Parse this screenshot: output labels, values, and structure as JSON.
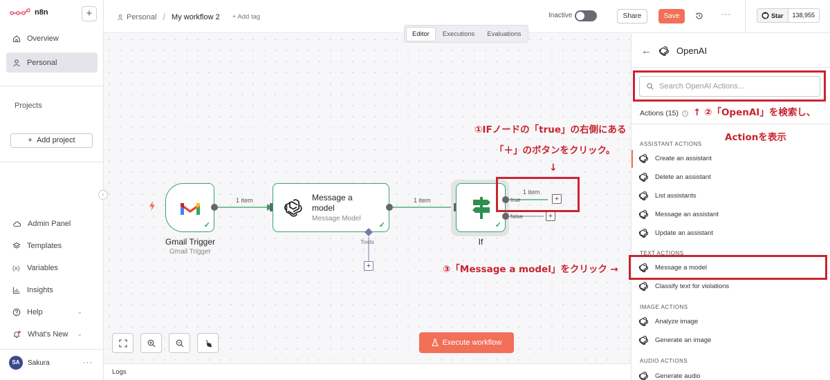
{
  "app": {
    "name": "n8n"
  },
  "sidebar": {
    "overview": "Overview",
    "personal": "Personal",
    "projects": "Projects",
    "add_project": "Add project",
    "admin_panel": "Admin Panel",
    "templates": "Templates",
    "variables": "Variables",
    "insights": "Insights",
    "help": "Help",
    "whats_new": "What's New",
    "user": {
      "initials": "SA",
      "name": "Sakura"
    }
  },
  "topbar": {
    "project": "Personal",
    "separator": "/",
    "workflow_name": "My workflow 2",
    "add_tag": "+ Add tag",
    "status": "Inactive",
    "share": "Share",
    "save": "Save",
    "github_star": "Star",
    "github_count": "138,955"
  },
  "canvas": {
    "tabs": [
      "Editor",
      "Executions",
      "Evaluations"
    ],
    "nodes": {
      "gmail": {
        "title": "Gmail Trigger",
        "subtitle": "Gmail Trigger"
      },
      "message": {
        "title_line1": "Message a",
        "title_line2": "model",
        "subtitle": "Message Model",
        "tools_label": "Tools"
      },
      "if": {
        "title": "If",
        "true_label": "true",
        "false_label": "false"
      }
    },
    "connections": {
      "gmail_to_message": "1 item",
      "message_to_if": "1 item",
      "if_true": "1 item"
    },
    "execute_button": "Execute workflow",
    "logs": "Logs"
  },
  "annotations": {
    "step1_line1": "①IFノードの「true」の右側にある",
    "step1_line2": "「＋」のボタンをクリック。",
    "step1_arrow": "↓",
    "step2_line1": "↑ ②「OpenAI」を検索し、",
    "step2_line2": "Actionを表示",
    "step3": "③「Message a model」をクリック →",
    "color": "#c9242f"
  },
  "panel": {
    "title": "OpenAI",
    "search_placeholder": "Search OpenAI Actions...",
    "actions_count": "Actions (15)",
    "sections": {
      "assistant": "ASSISTANT ACTIONS",
      "text": "TEXT ACTIONS",
      "image": "IMAGE ACTIONS",
      "audio": "AUDIO ACTIONS"
    },
    "items": {
      "create_assistant": "Create an assistant",
      "delete_assistant": "Delete an assistant",
      "list_assistants": "List assistants",
      "message_assistant": "Message an assistant",
      "update_assistant": "Update an assistant",
      "message_model": "Message a model",
      "classify_text": "Classify text for violations",
      "analyze_image": "Analyze image",
      "generate_image": "Generate an image",
      "generate_audio": "Generate audio"
    }
  },
  "colors": {
    "accent": "#f26f58",
    "success": "#35a56a",
    "annotation": "#c9242f"
  }
}
